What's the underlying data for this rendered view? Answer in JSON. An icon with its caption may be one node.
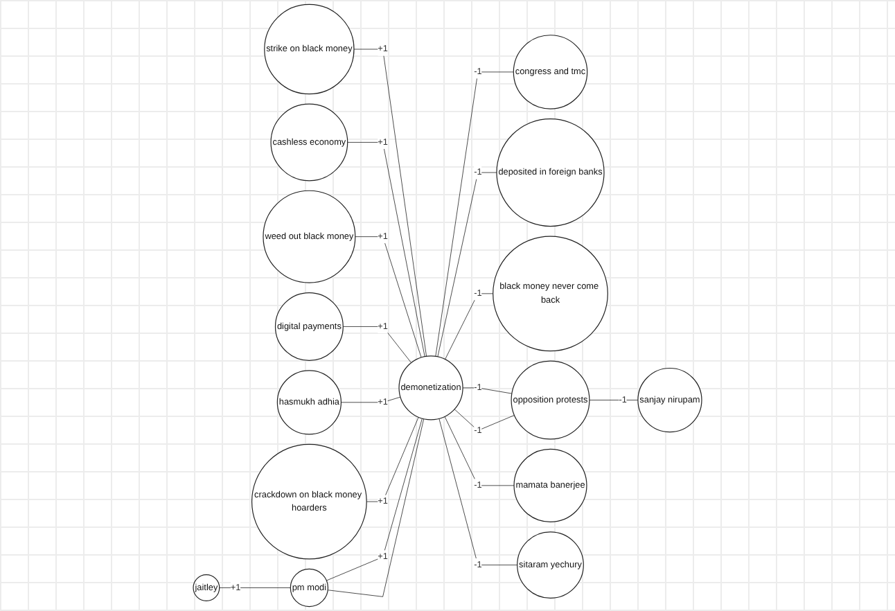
{
  "diagram": {
    "nodes": [
      {
        "text": [
          "strike on black money"
        ]
      },
      {
        "text": [
          "cashless economy"
        ]
      },
      {
        "text": [
          "congress and tmc"
        ]
      },
      {
        "text": [
          "weed out black money"
        ]
      },
      {
        "text": [
          "deposited in foreign banks"
        ]
      },
      {
        "text": [
          "digital payments"
        ]
      },
      {
        "text": [
          "demonetization"
        ]
      },
      {
        "text": [
          "hasmukh adhia"
        ]
      },
      {
        "text": [
          "black money never come back"
        ]
      },
      {
        "text": [
          "crackdown on black money hoarders"
        ]
      },
      {
        "text": [
          "opposition protests"
        ]
      },
      {
        "text": [
          "pm modi"
        ]
      },
      {
        "text": [
          "sanjay nirupam"
        ]
      },
      {
        "text": [
          "jaitley"
        ]
      },
      {
        "text": [
          "mamata banerjee"
        ]
      },
      {
        "text": [
          "sitaram yechury"
        ]
      }
    ],
    "edges": [
      {
        "from": 0,
        "to": 6,
        "arrow": "none",
        "label": "+1"
      },
      {
        "from": 1,
        "to": 6,
        "arrow": "none",
        "label": "+1"
      },
      {
        "from": 3,
        "to": 6,
        "arrow": "none",
        "label": "+1"
      },
      {
        "from": 5,
        "to": 6,
        "arrow": "none",
        "label": "+1"
      },
      {
        "from": 7,
        "to": 6,
        "arrow": "none",
        "label": "+1"
      },
      {
        "from": 9,
        "to": 6,
        "arrow": "none",
        "label": "+1"
      },
      {
        "from": 11,
        "to": 6,
        "arrow": "none",
        "label": "+1"
      },
      {
        "from": 11,
        "to": 6,
        "arrow": "none"
      },
      {
        "from": 13,
        "to": 11,
        "arrow": "none",
        "label": "+1"
      },
      {
        "from": 6,
        "to": 2,
        "arrow": "none",
        "label": "-1"
      },
      {
        "from": 6,
        "to": 4,
        "arrow": "none",
        "label": "-1"
      },
      {
        "from": 6,
        "to": 8,
        "arrow": "none",
        "label": "-1"
      },
      {
        "from": 6,
        "to": 10,
        "arrow": "none",
        "label": "-1"
      },
      {
        "from": 6,
        "to": 10,
        "arrow": "none",
        "label": "-1"
      },
      {
        "from": 6,
        "to": 14,
        "arrow": "none",
        "label": "-1"
      },
      {
        "from": 6,
        "to": 15,
        "arrow": "none",
        "label": "-1"
      },
      {
        "from": 10,
        "to": 12,
        "arrow": "none",
        "label": "-1"
      }
    ]
  }
}
